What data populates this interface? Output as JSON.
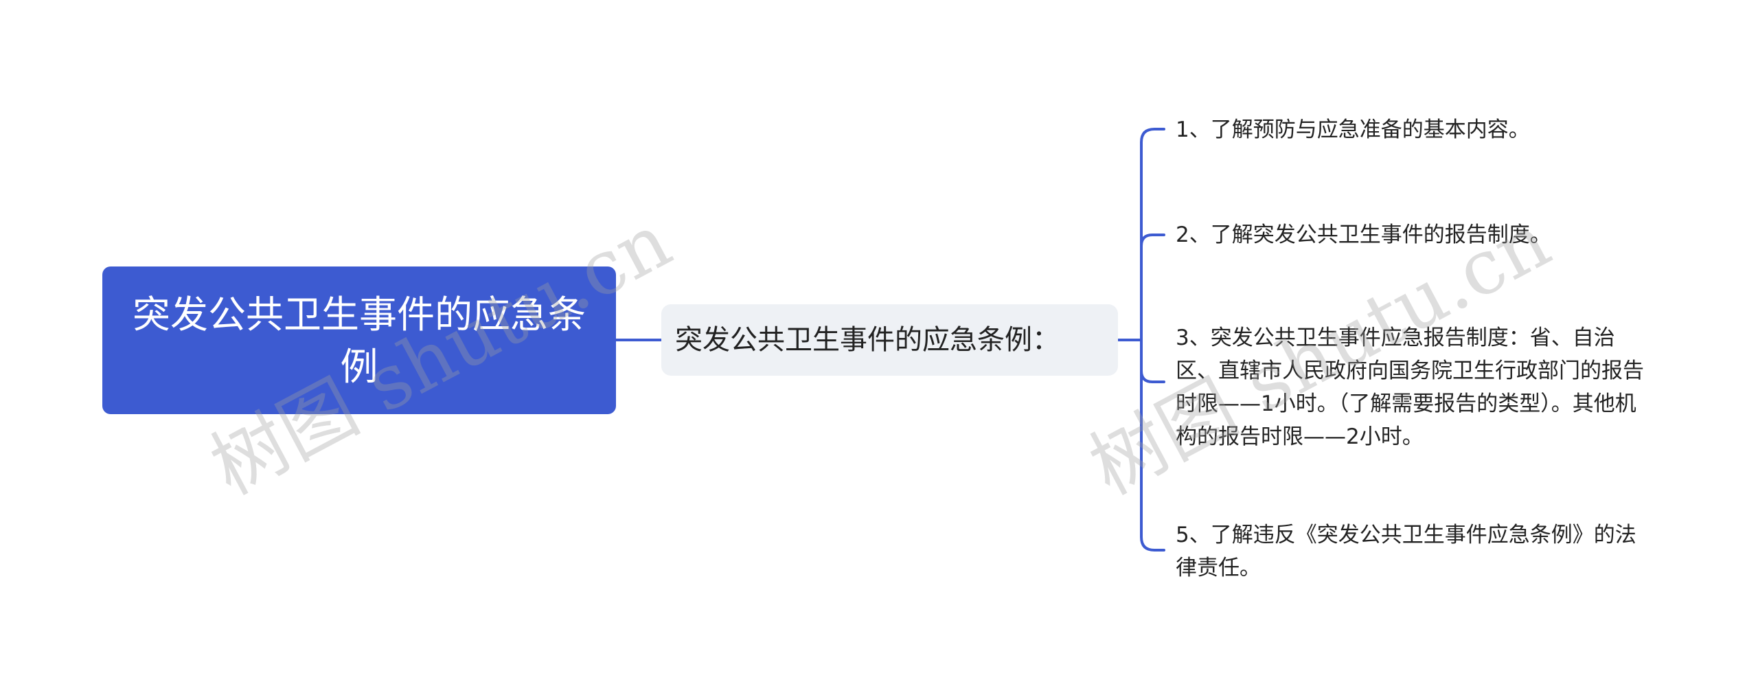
{
  "colors": {
    "root_fill": "#3d5bd1",
    "mid_fill": "#eef1f5",
    "connector": "#3d5bd1",
    "text": "#222222"
  },
  "root": {
    "label": "突发公共卫生事件的应急条例"
  },
  "mid": {
    "label": "突发公共卫生事件的应急条例："
  },
  "leaves": [
    {
      "label": "1、了解预防与应急准备的基本内容。"
    },
    {
      "label": "2、了解突发公共卫生事件的报告制度。"
    },
    {
      "label": "3、突发公共卫生事件应急报告制度：省、自治区、直辖市人民政府向国务院卫生行政部门的报告时限——1小时。（了解需要报告的类型）。其他机构的报告时限——2小时。"
    },
    {
      "label": "5、了解违反《突发公共卫生事件应急条例》的法律责任。"
    }
  ],
  "watermark": {
    "text": "树图 shutu.cn"
  }
}
